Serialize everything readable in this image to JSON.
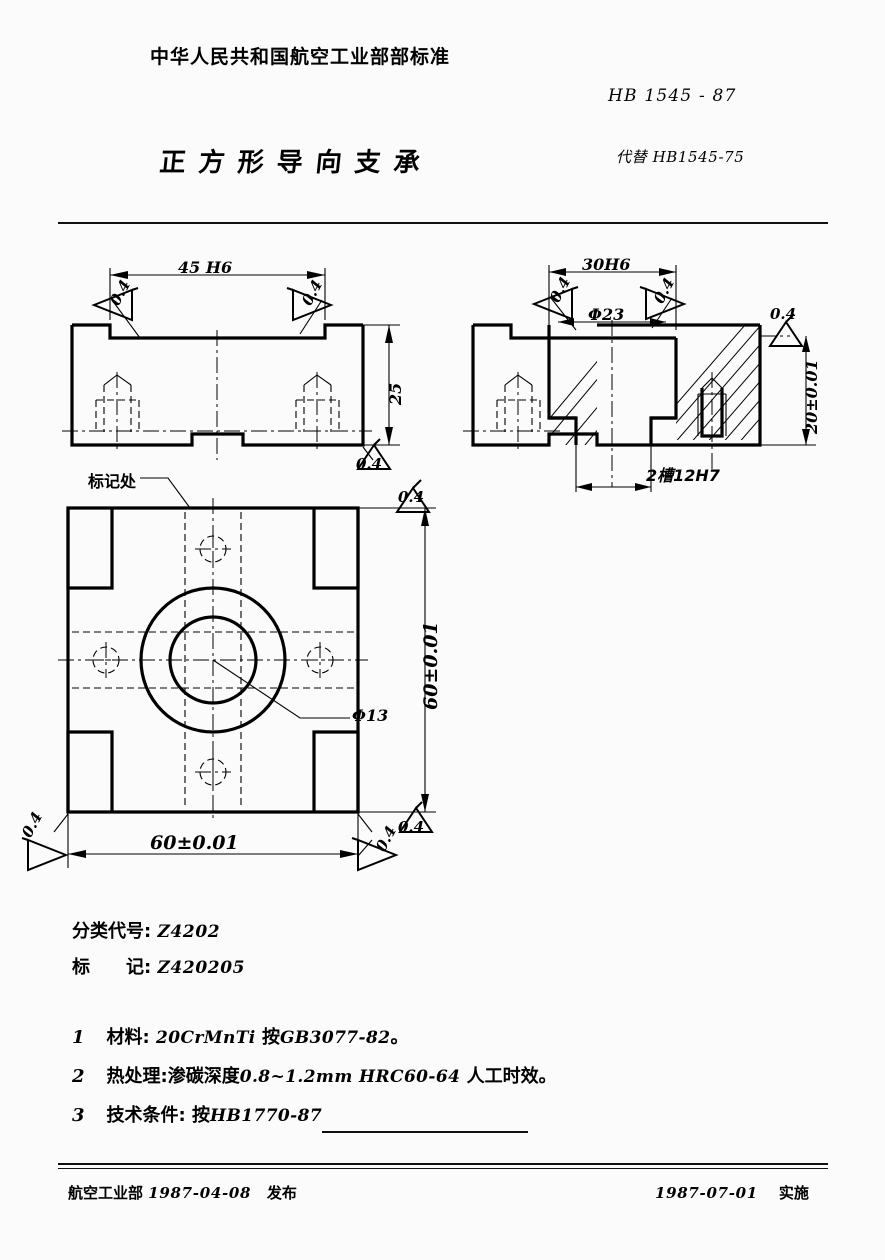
{
  "header": {
    "ministry_title": "中华人民共和国航空工业部部标准",
    "standard_no": "HB 1545 - 87",
    "doc_title": "正方形导向支承",
    "replaces": "代替 HB1545-75"
  },
  "views": {
    "front_view": {
      "name": "front-elevation",
      "dim_width": "45 H6",
      "dim_height": "25",
      "finish_left": "0.4",
      "finish_right": "0.4",
      "finish_bottom": "0.4",
      "finish_corner": "0.4"
    },
    "section_view": {
      "name": "section-elevation",
      "dim_width": "30H6",
      "dim_bore": "Φ23",
      "dim_height": "20±0.01",
      "slot_note": "2槽12H7",
      "finish_left": "0.4",
      "finish_right": "0.4",
      "finish_top_right": "0.4"
    },
    "plan_view": {
      "name": "plan-view",
      "leader_label": "标记处",
      "dim_width": "60±0.01",
      "dim_height": "60±0.01",
      "dim_hole": "Φ13",
      "finish_top_right": "0.4",
      "finish_right_upper": "0.4",
      "finish_right_lower": "0.4",
      "finish_bottom_left": "0.4",
      "finish_bottom_right": "0.4"
    }
  },
  "codes": {
    "class_label": "分类代号",
    "class_value": "Z4202",
    "mark_label": "标　　记",
    "mark_value": "Z420205",
    "separator": ":"
  },
  "notes": [
    {
      "num": "1",
      "cn_a": "材料",
      "sep": ":",
      "en_a": "20CrMnTi",
      "cn_b": "按",
      "en_b": "GB3077-82",
      "end": "。"
    },
    {
      "num": "2",
      "cn_a": "热处理",
      "sep": ":",
      "cn_b": "渗碳深度",
      "en_a": "0.8~1.2mm HRC60-64",
      "cn_c": "人工时效",
      "end": "。"
    },
    {
      "num": "3",
      "cn_a": "技术条件",
      "sep": ":",
      "cn_b": "按",
      "en_a": "HB1770-87",
      "end": ""
    }
  ],
  "footer": {
    "issuer": "航空工业部",
    "issue_date": "1987-04-08",
    "issue_word": "发布",
    "effective_date": "1987-07-01",
    "effective_word": "实施"
  },
  "colors": {
    "ink": "#000000",
    "paper": "#fbfbfb"
  }
}
